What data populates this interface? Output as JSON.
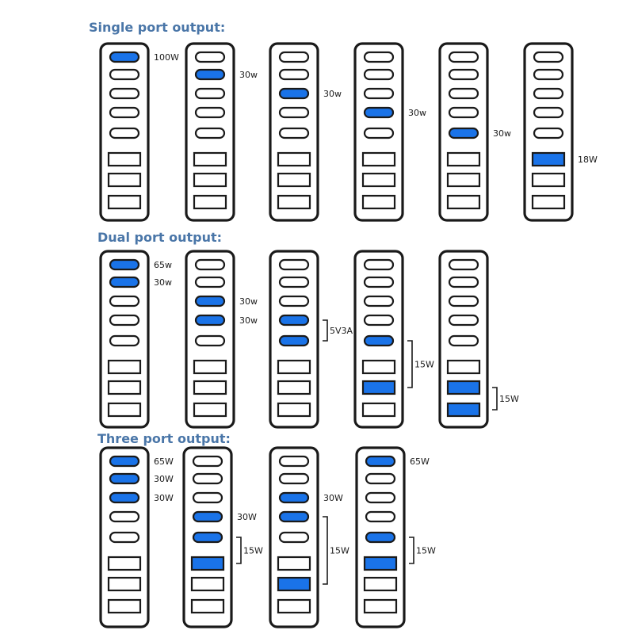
{
  "sections": [
    {
      "title": "Single port output:",
      "hubs": [
        {
          "active_c": [
            0
          ],
          "active_a": [],
          "labels": [
            {
              "text": "100W",
              "port": "c0"
            }
          ]
        },
        {
          "active_c": [
            1
          ],
          "active_a": [],
          "labels": [
            {
              "text": "30w",
              "port": "c1"
            }
          ]
        },
        {
          "active_c": [
            2
          ],
          "active_a": [],
          "labels": [
            {
              "text": "30w",
              "port": "c2"
            }
          ]
        },
        {
          "active_c": [
            3
          ],
          "active_a": [],
          "labels": [
            {
              "text": "30w",
              "port": "c3"
            }
          ]
        },
        {
          "active_c": [
            4
          ],
          "active_a": [],
          "labels": [
            {
              "text": "30w",
              "port": "c4"
            }
          ]
        },
        {
          "active_c": [],
          "active_a": [
            0
          ],
          "labels": [
            {
              "text": "18W",
              "port": "a0"
            }
          ]
        }
      ]
    },
    {
      "title": "Dual port output:",
      "hubs": [
        {
          "active_c": [
            0,
            1
          ],
          "active_a": [],
          "labels": [
            {
              "text": "65w",
              "port": "c0"
            },
            {
              "text": "30w",
              "port": "c1"
            }
          ]
        },
        {
          "active_c": [
            2,
            3
          ],
          "active_a": [],
          "labels": [
            {
              "text": "30w",
              "port": "c2"
            },
            {
              "text": "30w",
              "port": "c3"
            }
          ]
        },
        {
          "active_c": [
            3,
            4
          ],
          "active_a": [],
          "bracket": {
            "from": "c3",
            "to": "c4",
            "text": "5V3A"
          }
        },
        {
          "active_c": [
            4
          ],
          "active_a": [
            1
          ],
          "bracket": {
            "from": "c4",
            "to": "a1",
            "text": "15W"
          }
        },
        {
          "active_c": [],
          "active_a": [
            1,
            2
          ],
          "bracket": {
            "from": "a1",
            "to": "a2",
            "text": "15W"
          }
        }
      ]
    },
    {
      "title": "Three port output:",
      "hubs": [
        {
          "active_c": [
            0,
            1,
            2
          ],
          "active_a": [],
          "labels": [
            {
              "text": "65W",
              "port": "c0"
            },
            {
              "text": "30W",
              "port": "c1"
            },
            {
              "text": "30W",
              "port": "c2"
            }
          ]
        },
        {
          "active_c": [
            3,
            4
          ],
          "active_a": [
            0
          ],
          "labels": [
            {
              "text": "30W",
              "port": "c3"
            }
          ],
          "bracket": {
            "from": "c4",
            "to": "a0",
            "text": "15W"
          }
        },
        {
          "active_c": [
            2,
            3
          ],
          "active_a": [
            1
          ],
          "labels": [
            {
              "text": "30W",
              "port": "c2"
            }
          ],
          "bracket": {
            "from": "c3",
            "to": "a1",
            "text": "15W"
          }
        },
        {
          "active_c": [
            0,
            4
          ],
          "active_a": [
            0
          ],
          "labels": [
            {
              "text": "65W",
              "port": "c0"
            }
          ],
          "bracket": {
            "from": "c4",
            "to": "a0",
            "text": "15W"
          }
        }
      ]
    }
  ],
  "colors": {
    "active": "#1a73e8",
    "outline": "#1a1a1a",
    "title": "#4a76a8",
    "label": "#1a1a1a"
  }
}
